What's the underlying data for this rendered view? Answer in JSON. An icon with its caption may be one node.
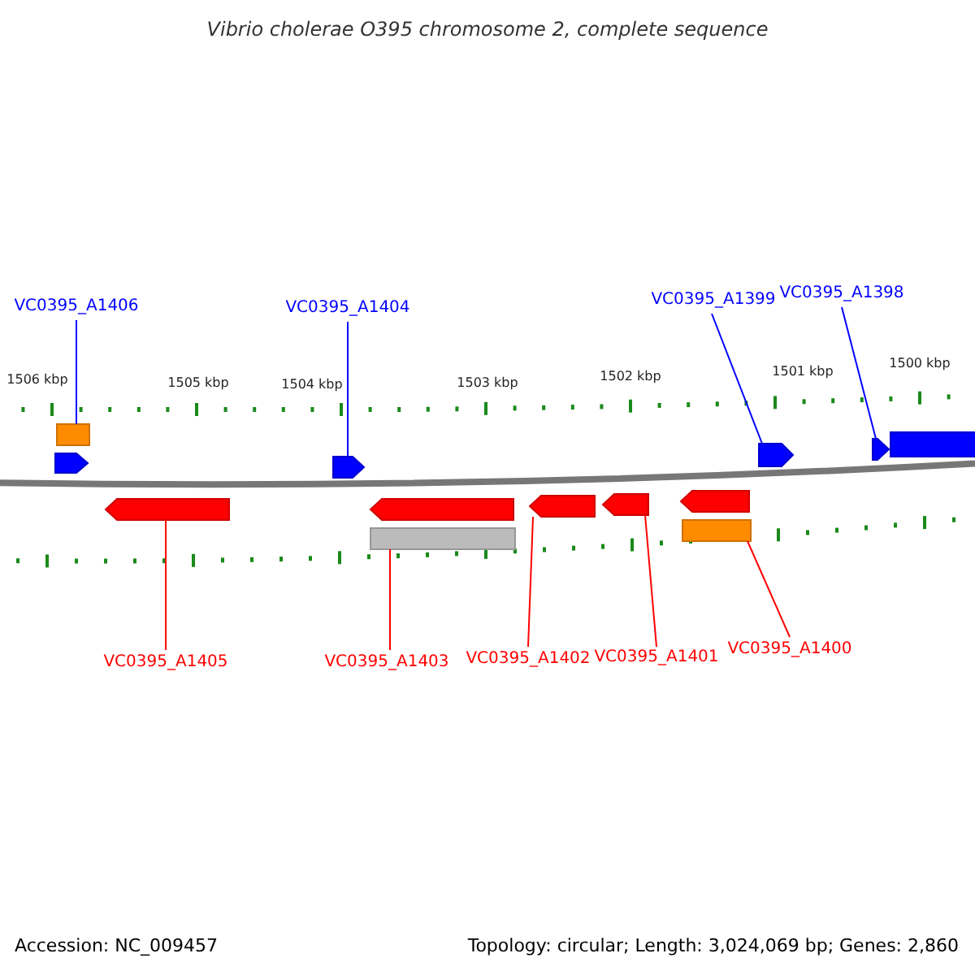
{
  "diagram": {
    "title": "Vibrio cholerae O395 chromosome 2, complete sequence",
    "nodes": [
      {
        "text": [
          "VC0395_A1406"
        ]
      },
      {
        "text": [
          "VC0395_A1404"
        ]
      },
      {
        "text": [
          "VC0395_A1399"
        ]
      },
      {
        "text": [
          "VC0395_A1398"
        ]
      },
      {
        "text": [
          "VC0395_A1405"
        ]
      },
      {
        "text": [
          "VC0395_A1403"
        ]
      },
      {
        "text": [
          "VC0395_A1402"
        ]
      },
      {
        "text": [
          "VC0395_A1401"
        ]
      },
      {
        "text": [
          "VC0395_A1400"
        ]
      },
      {
        "text": [],
        "shape": "box"
      },
      {
        "text": [],
        "shape": "bar"
      },
      {
        "text": [],
        "shape": "bar"
      },
      {
        "text": [],
        "shape": "bar"
      },
      {
        "text": [],
        "shape": "bar"
      },
      {
        "text": [],
        "shape": "box"
      },
      {
        "text": [],
        "shape": "bar"
      },
      {
        "text": [],
        "shape": "bar"
      },
      {
        "text": [],
        "shape": "bar"
      },
      {
        "text": [],
        "shape": "bar"
      },
      {
        "text": [],
        "shape": "bar"
      },
      {
        "text": [],
        "shape": "box"
      },
      {
        "text": [],
        "shape": "box"
      }
    ],
    "edges": [
      {
        "from": 0,
        "to": 9,
        "arrow": "none",
        "color": "#0000ff"
      },
      {
        "from": 1,
        "to": 11,
        "arrow": "none",
        "color": "#0000ff"
      },
      {
        "from": 2,
        "to": 12,
        "arrow": "none",
        "color": "#0000ff"
      },
      {
        "from": 3,
        "to": 13,
        "arrow": "none",
        "color": "#0000ff"
      },
      {
        "from": 4,
        "to": 15,
        "arrow": "none",
        "color": "#ff0000"
      },
      {
        "from": 5,
        "to": 20,
        "arrow": "none",
        "color": "#ff0000"
      },
      {
        "from": 6,
        "to": 17,
        "arrow": "none",
        "color": "#ff0000"
      },
      {
        "from": 7,
        "to": 18,
        "arrow": "none",
        "color": "#ff0000"
      },
      {
        "from": 8,
        "to": 21,
        "arrow": "none",
        "color": "#ff0000"
      }
    ],
    "labels": [
      "1506 kbp",
      "1505 kbp",
      "1504 kbp",
      "1503 kbp",
      "1502 kbp",
      "1501 kbp",
      "1500 kbp",
      "Accession: NC_009457",
      "Topology: circular; Length: 3,024,069 bp; Genes: 2,860"
    ]
  }
}
